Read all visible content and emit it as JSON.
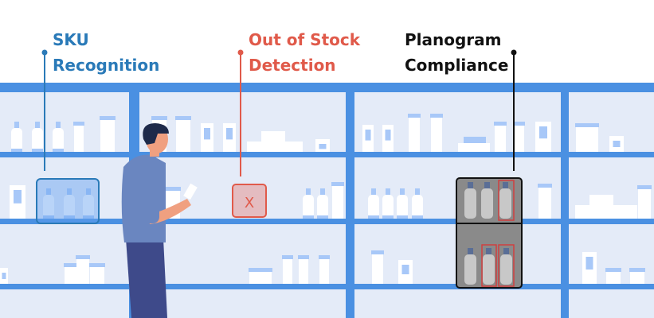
{
  "labels": {
    "sku": {
      "line1": "SKU",
      "line2": "Recognition",
      "color": "#2a7ab8"
    },
    "oos": {
      "line1": "Out of Stock",
      "line2": "Detection",
      "color": "#e05a4a",
      "marker": "X"
    },
    "planogram": {
      "line1": "Planogram",
      "line2": "Compliance",
      "color": "#111111"
    }
  },
  "colors": {
    "shelf": "#4a90e2",
    "background": "#e4ebf8",
    "product": "#ffffff",
    "accent": "#a8c8f8",
    "shirt": "#6a86c0",
    "pants": "#3e4a8a",
    "skin": "#f0a080",
    "hair": "#1e2a4a"
  }
}
